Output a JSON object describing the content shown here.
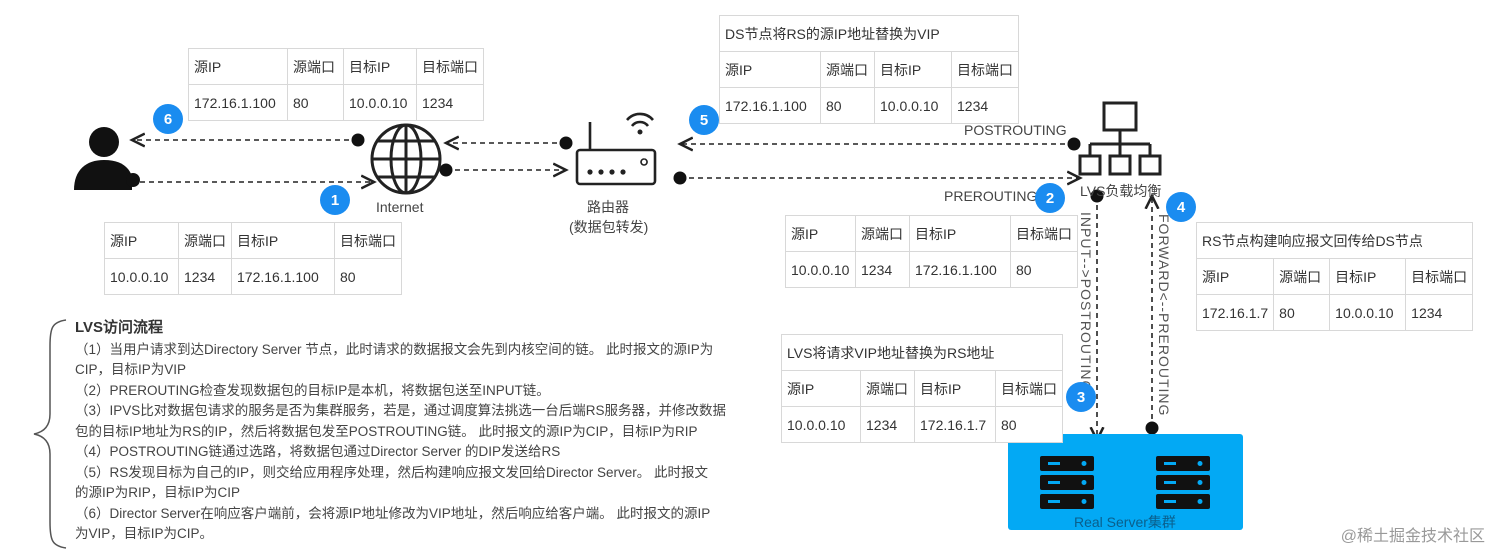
{
  "cols": [
    "源IP",
    "源端口",
    "目标IP",
    "目标端口"
  ],
  "tables": {
    "t1": {
      "rows": [
        [
          "10.0.0.10",
          "1234",
          "172.16.1.100",
          "80"
        ]
      ]
    },
    "t2": {
      "rows": [
        [
          "10.0.0.10",
          "1234",
          "172.16.1.100",
          "80"
        ]
      ]
    },
    "t3": {
      "caption": "LVS将请求VIP地址替换为RS地址",
      "rows": [
        [
          "10.0.0.10",
          "1234",
          "172.16.1.7",
          "80"
        ]
      ]
    },
    "t4": {
      "caption": "RS节点构建响应报文回传给DS节点",
      "rows": [
        [
          "172.16.1.7",
          "80",
          "10.0.0.10",
          "1234"
        ]
      ]
    },
    "t5": {
      "caption": "DS节点将RS的源IP地址替换为VIP",
      "rows": [
        [
          "172.16.1.100",
          "80",
          "10.0.0.10",
          "1234"
        ]
      ]
    },
    "t6": {
      "rows": [
        [
          "172.16.1.100",
          "80",
          "10.0.0.10",
          "1234"
        ]
      ]
    }
  },
  "badges": {
    "b1": "1",
    "b2": "2",
    "b3": "3",
    "b4": "4",
    "b5": "5",
    "b6": "6"
  },
  "labels": {
    "internet": "Internet",
    "router": "路由器",
    "router_sub": "(数据包转发)",
    "lvs": "LVS负载均衡",
    "postrouting": "POSTROUTING",
    "prerouting": "PREROUTING",
    "input_post": "INPUT-->POSTROUTING",
    "forward_pre": "FORWARD<--PREROUTING",
    "real_server": "Real Server集群"
  },
  "notes": {
    "title": "LVS访问流程",
    "lines": [
      "（1）当用户请求到达Directory Server 节点，此时请求的数据报文会先到内核空间的链。 此时报文的源IP为",
      "CIP，目标IP为VIP",
      "（2）PREROUTING检查发现数据包的目标IP是本机，将数据包送至INPUT链。",
      "（3）IPVS比对数据包请求的服务是否为集群服务，若是，通过调度算法挑选一台后端RS服务器，并修改数据",
      "包的目标IP地址为RS的IP，然后将数据包发至POSTROUTING链。 此时报文的源IP为CIP，目标IP为RIP",
      "（4）POSTROUTING链通过选路，将数据包通过Director Server 的DIP发送给RS",
      "（5）RS发现目标为自己的IP，则交给应用程序处理，然后构建响应报文发回给Director Server。 此时报文",
      "的源IP为RIP，目标IP为CIP",
      "（6）Director Server在响应客户端前，会将源IP地址修改为VIP地址，然后响应给客户端。 此时报文的源IP",
      "为VIP，目标IP为CIP。"
    ]
  },
  "watermark": "@稀土掘金技术社区",
  "colors": {
    "badge": "#1a8cf0",
    "rs_box": "#03a9f4",
    "line": "#222222"
  }
}
